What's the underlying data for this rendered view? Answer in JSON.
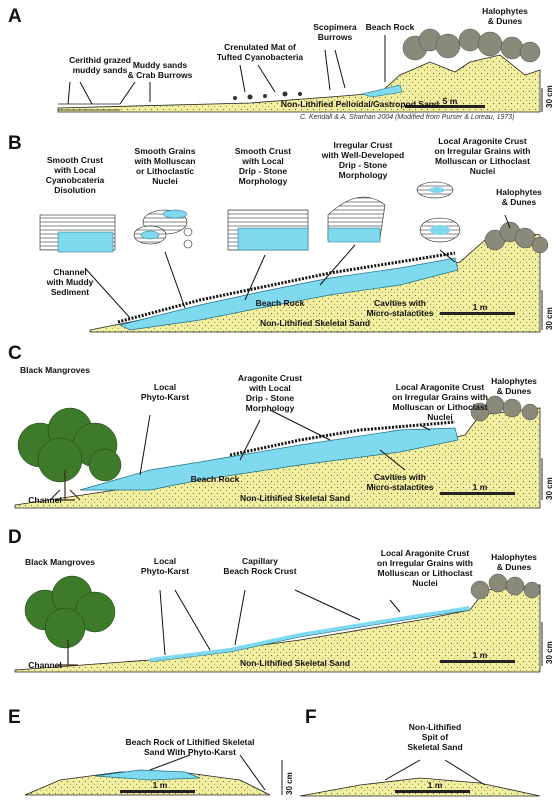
{
  "colors": {
    "sand": "#f3efa0",
    "crust": "#7fdaf0",
    "crust_dark": "#2b8fb0",
    "vegetation": "#8a8a7a",
    "mangrove": "#3d7a2a"
  },
  "panels": {
    "A": {
      "letter": "A",
      "labels": {
        "cerithid": "Cerithid grazed\nmuddy sands",
        "muddy": "Muddy sands\n& Crab Burrows",
        "crenulated": "Crenulated Mat of\nTufted Cyanobacteria",
        "scopimera": "Scopimera\nBurrows",
        "beach_rock": "Beach Rock",
        "halophytes": "Halophytes\n& Dunes",
        "sediment": "Non-Lithified    Pelloidal/Gastropod   Sand",
        "scale": "5 m",
        "vertical": "30 cm",
        "credit": "C. Kendall & A. Sharhan 2004 (Modified from Purser & Loreau, 1973)"
      }
    },
    "B": {
      "letter": "B",
      "labels": {
        "smooth_cyano": "Smooth Crust\nwith Local\nCyanobcateria\nDisolution",
        "smooth_grains": "Smooth Grains\nwith   Molluscan\nor    Lithoclastic\nNuclei",
        "smooth_drip": "Smooth Crust\nwith    Local\nDrip - Stone\nMorphology",
        "irregular": "Irregular   Crust\nwith  Well-Developed\nDrip - Stone\nMorphology",
        "local_aragonite": "Local Aragonite Crust\non Irregular Grains with\nMolluscan or Lithoclast\nNuclei",
        "halophytes": "Halophytes\n& Dunes",
        "channel": "Channel\nwith Muddy\nSediment",
        "beach_rock": "Beach Rock",
        "cavities": "Cavities      with\nMicro-stalactites",
        "sediment": "Non-Lithified     Skeletal   Sand",
        "scale": "1 m",
        "vertical": "30 cm"
      }
    },
    "C": {
      "letter": "C",
      "labels": {
        "mangroves": "Black Mangroves",
        "phyto": "Local\nPhyto-Karst",
        "aragonite": "Aragonite  Crust\nwith     Local\nDrip - Stone\nMorphology",
        "local_aragonite": "Local Aragonite Crust\non Irregular Grains with\nMolluscan or Lithoclast\nNuclei",
        "halophytes": "Halophytes\n& Dunes",
        "channel": "Channel",
        "beach_rock": "Beach Rock",
        "cavities": "Cavities    with\nMicro-stalactites",
        "sediment": "Non-Lithified     Skeletal    Sand",
        "scale": "1 m",
        "vertical": "30 cm"
      }
    },
    "D": {
      "letter": "D",
      "labels": {
        "mangroves": "Black Mangroves",
        "phyto": "Local\nPhyto-Karst",
        "capillary": "Capillary\nBeach Rock Crust",
        "local_aragonite": "Local Aragonite Crust\non Irregular Grains with\nMolluscan or Lithoclast\nNuclei",
        "halophytes": "Halophytes\n& Dunes",
        "channel": "Channel",
        "sediment": "Non-Lithified     Skeletal    Sand",
        "scale": "1 m",
        "vertical": "30 cm"
      }
    },
    "E": {
      "letter": "E",
      "labels": {
        "beach_rock": "Beach Rock  of  Lithified    Skeletal\nSand  With   Phyto-Karst",
        "scale": "1 m",
        "vertical": "30 cm"
      }
    },
    "F": {
      "letter": "F",
      "labels": {
        "spit": "Non-Lithified\nSpit   of\nSkeletal   Sand",
        "scale": "1 m"
      }
    }
  }
}
